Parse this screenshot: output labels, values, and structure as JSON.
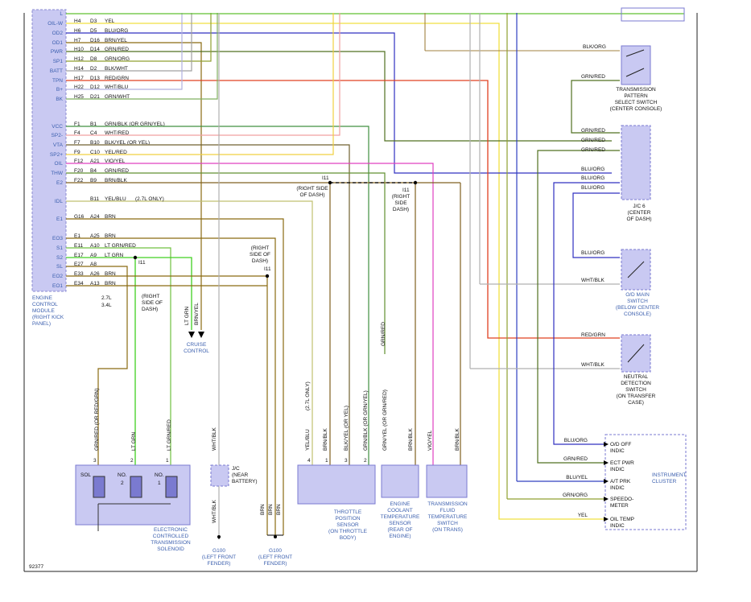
{
  "ecm": {
    "left_labels": [
      "L",
      "OIL-W",
      "OD2",
      "OD1",
      "PWR",
      "SP1",
      "BATT",
      "TPN",
      "B+",
      "BK",
      "VCC",
      "SP2-",
      "VTA",
      "SP2+",
      "OIL",
      "THW",
      "E2",
      "IDL",
      "E1",
      "EO3",
      "S1",
      "S2",
      "SL",
      "EO2",
      "EO1"
    ],
    "pins": [
      [
        "H4",
        "D3",
        "YEL"
      ],
      [
        "H6",
        "D5",
        "BLU/ORG"
      ],
      [
        "H7",
        "D16",
        "BRN/YEL"
      ],
      [
        "H10",
        "D14",
        "GRN/RED"
      ],
      [
        "H12",
        "D8",
        "GRN/ORG"
      ],
      [
        "H14",
        "D2",
        "BLK/WHT"
      ],
      [
        "H17",
        "D13",
        "RED/GRN"
      ],
      [
        "H22",
        "D12",
        "WHT/BLU"
      ],
      [
        "H25",
        "D21",
        "GRN/WHT"
      ],
      [
        "F1",
        "B1",
        "GRN/BLK (OR GRN/YEL)"
      ],
      [
        "F4",
        "C4",
        "WHT/RED"
      ],
      [
        "F7",
        "B10",
        "BLK/YEL (OR YEL)"
      ],
      [
        "F9",
        "C10",
        "YEL/RED"
      ],
      [
        "F12",
        "A21",
        "VIO/YEL"
      ],
      [
        "F20",
        "B4",
        "GRN/RED"
      ],
      [
        "F22",
        "B9",
        "BRN/BLK"
      ],
      [
        "",
        "B11",
        "YEL/BLU"
      ],
      [
        "G16",
        "A24",
        "BRN"
      ],
      [
        "E1",
        "A25",
        "BRN"
      ],
      [
        "E11",
        "A10",
        "LT GRN/RED"
      ],
      [
        "E17",
        "A9",
        "LT GRN"
      ],
      [
        "E27",
        "A8",
        ""
      ],
      [
        "E33",
        "A26",
        "BRN"
      ],
      [
        "E34",
        "A13",
        "BRN"
      ]
    ],
    "idl_note": "(2.7L ONLY)",
    "caption": [
      "ENGINE",
      "CONTROL",
      "MODULE",
      "(RIGHT KICK",
      "PANEL)"
    ],
    "engine_27": "2.7L",
    "engine_34": "3.4L"
  },
  "splices": {
    "i11": "I11",
    "right_side_dash": [
      "(RIGHT SIDE",
      "OF DASH)"
    ],
    "right_side_dash_b": [
      "(RIGHT",
      "SIDE",
      "DASH)"
    ],
    "right_side_dash_c": [
      "(RIGHT",
      "SIDE OF",
      "DASH)"
    ],
    "right_side_dash_d": [
      "(RIGHT",
      "SIDE OF",
      "DASH)"
    ]
  },
  "right_wires": {
    "blk_org": "BLK/ORG",
    "grn_red": "GRN/RED",
    "blu_org": "BLU/ORG",
    "wht_blk": "WHT/BLK",
    "red_grn": "RED/GRN"
  },
  "switches": {
    "pattern": [
      "TRANSMISSION",
      "PATTERN",
      "SELECT SWITCH",
      "(CENTER CONSOLE)"
    ],
    "jc6": [
      "J/C 6",
      "(CENTER",
      "OF DASH)"
    ],
    "od_main": [
      "O/D MAIN",
      "SWITCH",
      "(BELOW CENTER",
      "CONSOLE)"
    ],
    "neutral": [
      "NEUTRAL",
      "DETECTION",
      "SWITCH",
      "(ON TRANSFER",
      "CASE)"
    ]
  },
  "cruise": {
    "wire1": "LT GRN",
    "wire2": "BRN/YEL",
    "label": [
      "CRUISE",
      "CONTROL"
    ]
  },
  "cluster": {
    "rows": [
      {
        "wire": "BLU/ORG",
        "name": [
          "O/D OFF",
          "INDIC"
        ]
      },
      {
        "wire": "GRN/RED",
        "name": [
          "ECT PWR",
          "INDIC"
        ]
      },
      {
        "wire": "BLU/YEL",
        "name": [
          "A/T PRK",
          "INDIC"
        ]
      },
      {
        "wire": "GRN/ORG",
        "name": [
          "SPEEDO-",
          "METER"
        ]
      },
      {
        "wire": "YEL",
        "name": [
          "OIL TEMP",
          "INDIC"
        ]
      }
    ],
    "label": [
      "INSTRUMENT",
      "CLUSTER"
    ]
  },
  "solenoid": {
    "wires": [
      "GRN/RED (OR RED/GRN)",
      "LT GRN",
      "LT GRN/RED"
    ],
    "pins": [
      "3",
      "2",
      "1"
    ],
    "names": [
      "SOL",
      "NO.",
      "NO."
    ],
    "nums": [
      "",
      "2",
      "1"
    ],
    "caption": [
      "ELECTRONIC",
      "CONTROLLED",
      "TRANSMISSION",
      "SOLENOID"
    ]
  },
  "jc_battery": {
    "wire_top": "WHT/BLK",
    "wire_bot": "WHT/BLK",
    "label": [
      "J/C",
      "(NEAR",
      "BATTERY)"
    ],
    "ground": [
      "G100",
      "(LEFT FRONT",
      "FENDER)"
    ]
  },
  "ground2": {
    "wires": [
      "BRN",
      "BRN",
      "BRN"
    ],
    "label": [
      "G100",
      "(LEFT FRONT",
      "FENDER)"
    ]
  },
  "tps": {
    "wires": [
      "YEL/BLU",
      "BRN/BLK",
      "BLK/YEL (OR YEL)",
      "GRN/BLK (OR GRN/YEL)"
    ],
    "note": "(2.7L ONLY)",
    "pins": [
      "4",
      "1",
      "3",
      "2"
    ],
    "label": [
      "THROTTLE",
      "POSITION",
      "SENSOR",
      "(ON THROTTLE",
      "BODY)"
    ]
  },
  "ect": {
    "wire_top": "GRN/RED",
    "wires": [
      "GRN/YEL (OR GRN/RED)",
      "BRN/BLK"
    ],
    "label": [
      "ENGINE",
      "COOLANT",
      "TEMPERATURE",
      "SENSOR",
      "(REAR OF",
      "ENGINE)"
    ]
  },
  "tft": {
    "wires": [
      "VIO/YEL",
      "BRN/BLK"
    ],
    "label": [
      "TRANSMISSION",
      "FLUID",
      "TEMPERATURE",
      "SWITCH",
      "(ON TRANS)"
    ]
  },
  "figure_id": "92377"
}
